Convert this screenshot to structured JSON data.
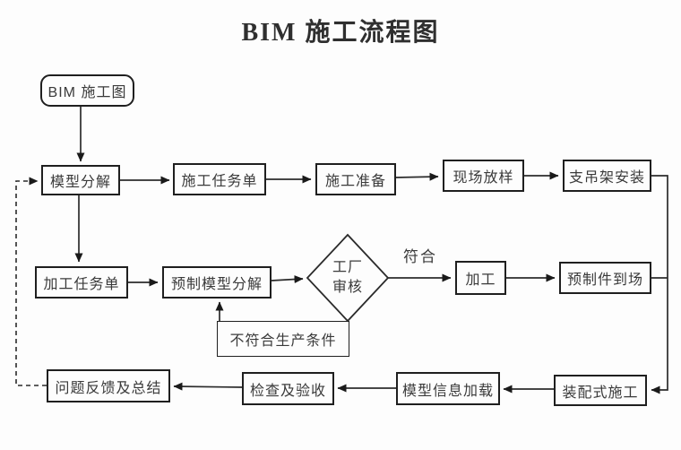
{
  "title": "BIM 施工流程图",
  "colors": {
    "ink": "#2b2b2b",
    "background": "#fdfdfd"
  },
  "diagram": {
    "nodes": {
      "bim_plan": {
        "label": "BIM 施工图"
      },
      "model_decompose": {
        "label": "模型分解"
      },
      "construction_task": {
        "label": "施工任务单"
      },
      "construction_prep": {
        "label": "施工准备"
      },
      "site_layout": {
        "label": "现场放样"
      },
      "hanger_install": {
        "label": "支吊架安装"
      },
      "processing_task": {
        "label": "加工任务单"
      },
      "prefab_model_decompose": {
        "label": "预制模型分解"
      },
      "factory_review": {
        "label": "工厂审核",
        "line1": "工厂",
        "line2": "审核"
      },
      "processing": {
        "label": "加工"
      },
      "prefab_arrival": {
        "label": "预制件到场"
      },
      "not_meet_condition": {
        "label": "不符合生产条件"
      },
      "feedback_summary": {
        "label": "问题反馈及总结"
      },
      "inspection_acceptance": {
        "label": "检查及验收"
      },
      "model_info_load": {
        "label": "模型信息加载"
      },
      "assembly_construction": {
        "label": "装配式施工"
      }
    },
    "edge_labels": {
      "conform": "符合"
    }
  }
}
